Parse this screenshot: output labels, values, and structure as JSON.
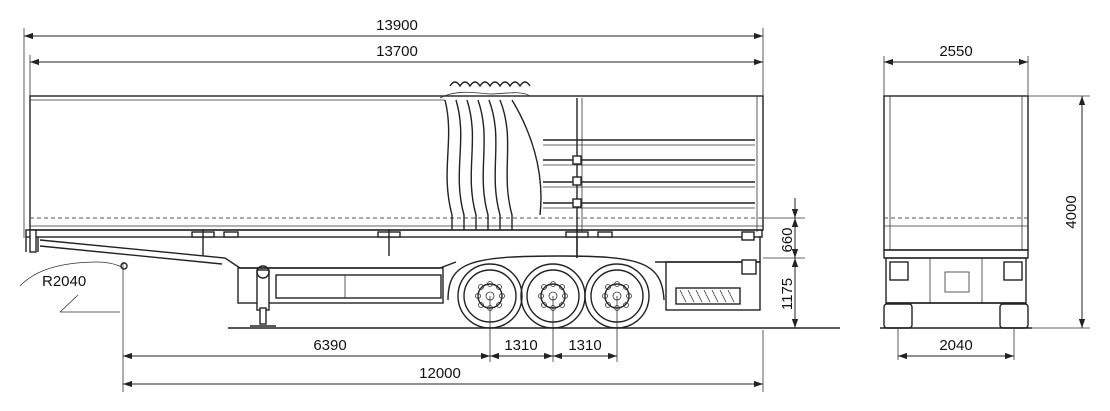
{
  "dimensions": {
    "overall_length": "13900",
    "body_length": "13700",
    "width": "2550",
    "height": "4000",
    "radius": "R2040",
    "deck_offset": "660",
    "coupling_height": "1175",
    "kingpin_to_axle": "6390",
    "axle_spacing_1": "1310",
    "axle_spacing_2": "1310",
    "kingpin_to_rear": "12000",
    "track_width": "2040"
  }
}
